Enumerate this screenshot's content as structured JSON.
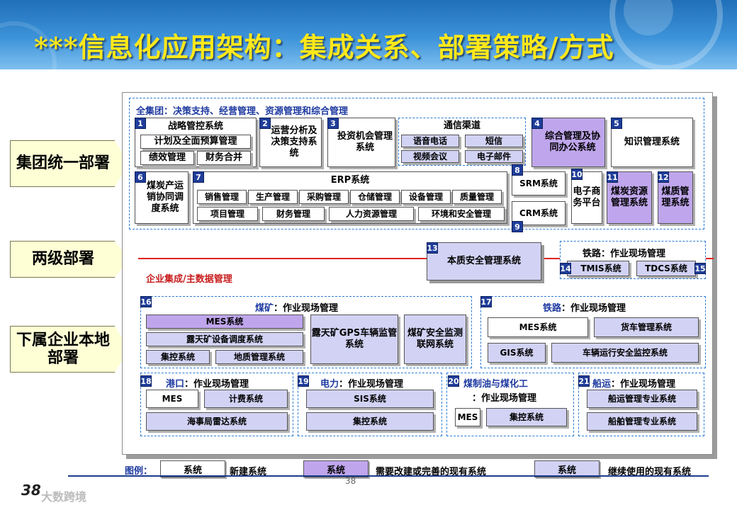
{
  "title": "***信息化应用架构：集成关系、部署策略/方式",
  "side_labels": {
    "group": "集团统一部署",
    "two_level": "两级部署",
    "local": "下属企业本地部署"
  },
  "group_section": {
    "heading": "全集团：决策支持、经营管理、资源管理和综合管理",
    "n1": "1",
    "strategy": "战略管控系统",
    "budget": "计划及全面预算管理",
    "perf": "绩效管理",
    "finance_merge": "财务合并",
    "n2": "2",
    "ops": "运营分析及决策支持系统",
    "n3": "3",
    "invest": "投资机会管理系统",
    "comm_title": "通信渠道",
    "voice": "语音电话",
    "sms": "短信",
    "video": "视频会议",
    "email": "电子邮件",
    "n4": "4",
    "office": "综合管理及协同办公系统",
    "n5": "5",
    "knowledge": "知识管理系统",
    "n6": "6",
    "coal_sales": "煤炭产运销协同调度系统",
    "n7": "7",
    "erp_title": "ERP系统",
    "erp_row1": [
      "销售管理",
      "生产管理",
      "采购管理",
      "仓储管理",
      "设备管理",
      "质量管理"
    ],
    "erp_row2": [
      "项目管理",
      "财务管理",
      "人力资源管理",
      "环境和安全管理"
    ],
    "n8": "8",
    "srm": "SRM系统",
    "crm": "CRM系统",
    "n9": "9",
    "n10": "10",
    "ecom": "电子商务平台",
    "n11": "11",
    "coal_res": "煤炭资源管理系统",
    "n12": "12",
    "coal_qual": "煤质管理系统"
  },
  "two_level": {
    "n13": "13",
    "safety": "本质安全管理系统",
    "rail_heading": "铁路：作业现场管理",
    "n14": "14",
    "tmis": "TMIS系统",
    "tdcs": "TDCS系统",
    "n15": "15",
    "enterprise_note": "企业集成/主数据管理"
  },
  "local": {
    "n16": "16",
    "mine_heading_a": "煤矿",
    "mine_heading_b": "：作业现场管理",
    "mes": "MES系统",
    "open_pit": "露天矿设备调度系统",
    "central": "集控系统",
    "geo": "地质管理系统",
    "gps": "露天矿GPS车辆监管系统",
    "mine_safety": "煤矿安全监测联网系统",
    "n17": "17",
    "rail2_heading_a": "铁路",
    "rail2_heading_b": "：作业现场管理",
    "rail_mes": "MES系统",
    "freight": "货车管理系统",
    "gis": "GIS系统",
    "vehicle": "车辆运行安全监控系统",
    "n18": "18",
    "port_heading_a": "港口",
    "port_heading_b": "：作业现场管理",
    "port_mes": "MES",
    "billing": "计费系统",
    "radar": "海事局雷达系统",
    "n19": "19",
    "power_heading_a": "电力",
    "power_heading_b": "：作业现场管理",
    "sis": "SIS系统",
    "power_central": "集控系统",
    "n20": "20",
    "oil_heading_a": "煤制油与煤化工",
    "oil_heading_b": "：作业现场管理",
    "oil_mes": "MES",
    "oil_central": "集控系统",
    "n21": "21",
    "ship_heading_a": "船运",
    "ship_heading_b": "：作业现场管理",
    "ship_pro": "船运管理专业系统",
    "ship_pro2": "船舶管理专业系统"
  },
  "legend": {
    "label": "图例：",
    "items": [
      {
        "box": "系统",
        "text": "新建系统",
        "color": "#ffffff"
      },
      {
        "box": "系统",
        "text": "需要改建或完善的现有系统",
        "color": "#bfa6ec"
      },
      {
        "box": "系统",
        "text": "继续使用的现有系统",
        "color": "#d2d2f4"
      }
    ]
  },
  "page_number": "38",
  "slide_number": "38",
  "watermark": "大数跨境",
  "colors": {
    "title": "#ffe81a",
    "badge": "#1f3d99",
    "lavender": "#d2d2f4",
    "purple": "#bfa6ec",
    "red_line": "#d22222"
  }
}
